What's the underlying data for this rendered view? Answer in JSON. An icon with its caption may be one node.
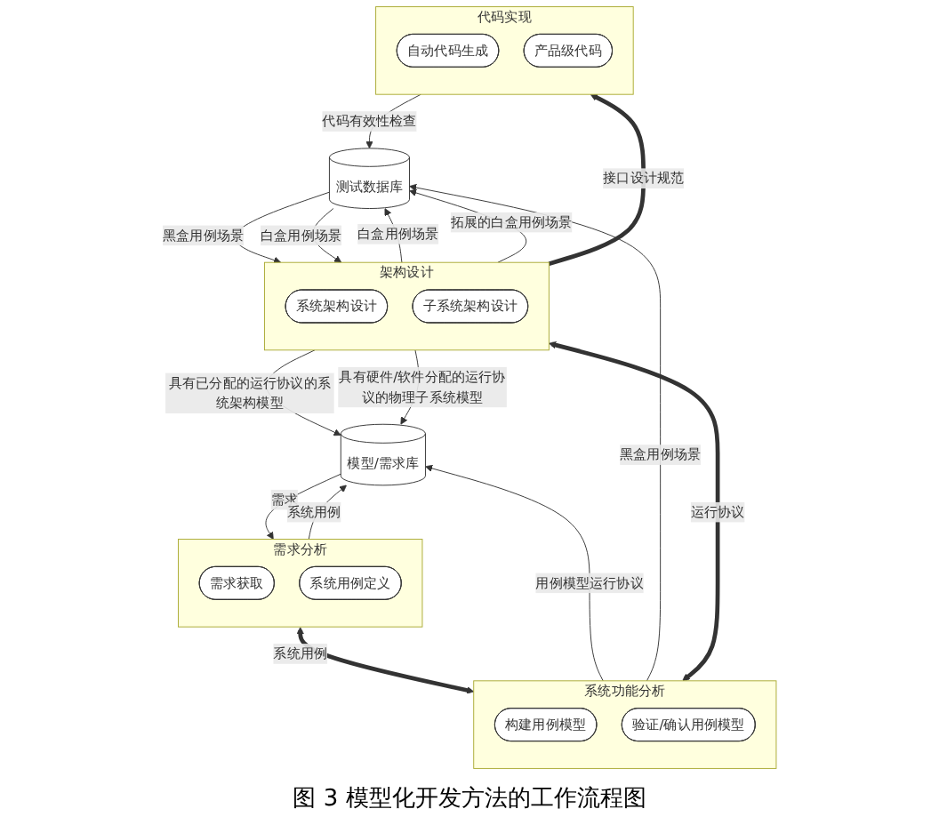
{
  "diagram": {
    "caption": "图 3 模型化开发方法的工作流程图",
    "nodes": [
      {
        "text": [
          "模型/需求库"
        ]
      },
      {
        "text": [
          "需求分析"
        ]
      },
      {
        "text": [
          "需求获取"
        ],
        "in": 1
      },
      {
        "text": [
          "系统用例定义"
        ],
        "in": 1
      },
      {
        "text": [
          "系统功能分析"
        ]
      },
      {
        "text": [
          "构建用例模型"
        ],
        "in": 4
      },
      {
        "text": [
          "验证/确认用例模型"
        ],
        "in": 4
      },
      {
        "text": [
          "架构设计"
        ]
      },
      {
        "text": [
          "系统架构设计"
        ],
        "in": 7
      },
      {
        "text": [
          "子系统架构设计"
        ],
        "in": 7
      },
      {
        "text": [
          "代码实现"
        ]
      },
      {
        "text": [
          "自动代码生成"
        ],
        "in": 10
      },
      {
        "text": [
          "产品级代码"
        ],
        "in": 10
      },
      {
        "text": [
          "测试数据库"
        ]
      }
    ],
    "edges": [
      {
        "from": 0,
        "to": 1,
        "arrow": "to",
        "label": "需求"
      },
      {
        "from": 1,
        "to": 0,
        "arrow": "to",
        "label": "系统用例"
      },
      {
        "from": 1,
        "to": 4,
        "arrow": "both",
        "label": "系统用例",
        "style": "thick"
      },
      {
        "from": 4,
        "to": 0,
        "arrow": "to",
        "label": "用例模型运行协议"
      },
      {
        "from": 4,
        "to": 13,
        "arrow": "to",
        "label": "黑盒用例场景"
      },
      {
        "from": 4,
        "to": 7,
        "arrow": "both",
        "label": "运行协议",
        "style": "thick"
      },
      {
        "from": 7,
        "to": 0,
        "arrow": "to",
        "label": "具有已分配的运行协议的系统架构模型"
      },
      {
        "from": 7,
        "to": 13,
        "arrow": "to",
        "label": "白盒用例场景"
      },
      {
        "from": 13,
        "to": 7,
        "arrow": "to",
        "label": "黑盒用例场景"
      },
      {
        "from": 7,
        "to": 13,
        "arrow": "to",
        "label": "拓展的白盒用例场景"
      },
      {
        "from": 7,
        "to": 0,
        "arrow": "to",
        "label": "具有硬件/软件分配的运行协议的物理子系统模型"
      },
      {
        "from": 13,
        "to": 7,
        "arrow": "to",
        "label": "白盒用例场景"
      },
      {
        "from": 7,
        "to": 10,
        "arrow": "to",
        "label": "接口设计规范",
        "style": "thick"
      },
      {
        "from": 10,
        "to": 13,
        "arrow": "to",
        "label": "代码有效性检查"
      }
    ]
  }
}
